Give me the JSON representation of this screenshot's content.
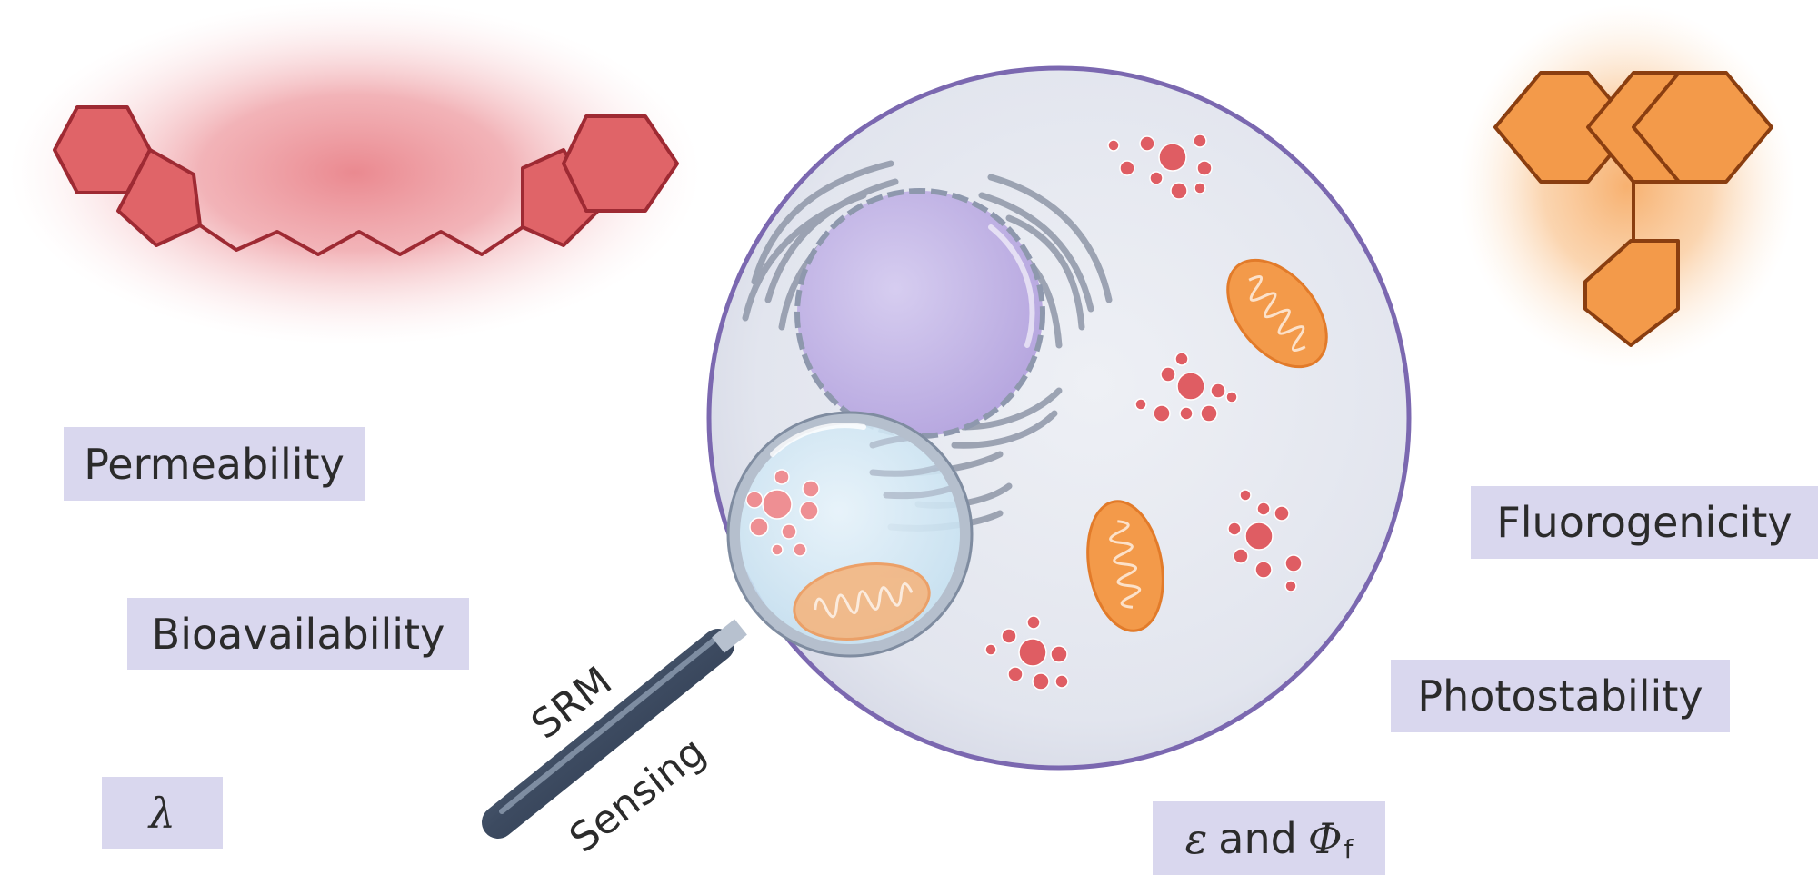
{
  "properties": {
    "permeability": "Permeability",
    "bioavailability": "Bioavailability",
    "lambda": "λ",
    "fluorogenicity": "Fluorogenicity",
    "photostability": "Photostability",
    "brightness": {
      "epsilon": "ε",
      "and": "and",
      "phi": "Φ",
      "phi_subscript": "f"
    }
  },
  "magnifier": {
    "top_text": "SRM",
    "bottom_text": "Sensing"
  },
  "colors": {
    "label_background": "#d9d7ee",
    "red_dye": "#e06468",
    "red_dye_stroke": "#9e2a33",
    "orange_dye": "#f39a4a",
    "orange_dye_stroke": "#8a3e10",
    "cell_outline": "#7b68b0",
    "cell_fill": "#e4e7ef",
    "nucleus": "#c9bde8",
    "mitochondria": "#f29a55",
    "vesicles": "#df5d63"
  }
}
